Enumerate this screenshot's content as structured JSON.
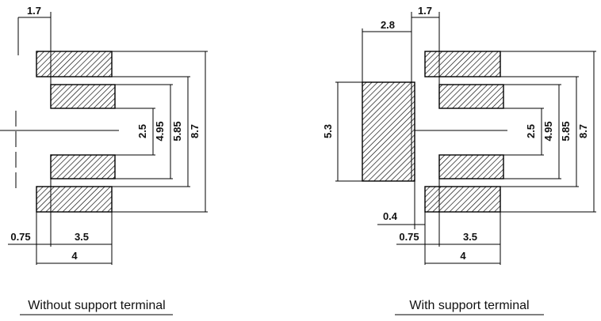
{
  "left_panel": {
    "caption": "Without support terminal",
    "dims": {
      "top_width": "1.7",
      "inner_gap": "2.5",
      "inner_span": "4.95",
      "outer_span": "5.85",
      "total_span": "8.7",
      "offset": "0.75",
      "pad_length": "3.5",
      "overall_length": "4"
    }
  },
  "right_panel": {
    "caption": "With support terminal",
    "dims": {
      "support_width": "2.8",
      "top_width": "1.7",
      "support_height": "5.3",
      "inner_gap": "2.5",
      "inner_span": "4.95",
      "outer_span": "5.85",
      "total_span": "8.7",
      "support_gap": "0.4",
      "offset": "0.75",
      "pad_length": "3.5",
      "overall_length": "4"
    }
  }
}
